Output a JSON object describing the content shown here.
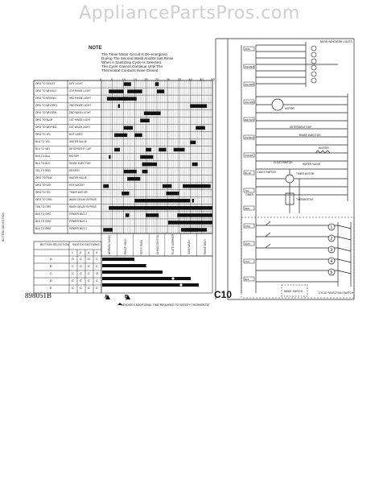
{
  "watermark": "AppliancePartsPros.com",
  "note": {
    "title": "NOTE",
    "lines": [
      "The Timer Motor Circuit Is De-energized",
      "During The Second Wash And/Or last Rinse",
      "When A Sanitizing Cycle Is Selected.",
      "The Cycle Cannot Continue Until The",
      "Thermostat Contacts Have Closed"
    ]
  },
  "timer_ticks": [
    "0",
    "5",
    "10",
    "15",
    "20",
    "25",
    "30",
    "35",
    "40",
    "45",
    "50"
  ],
  "chart_rows": [
    {
      "contacts": "ORG TO VIOLET",
      "function": "DRY LIGHT"
    },
    {
      "contacts": "ORG TO WH BLU",
      "function": "4TH RINSE LIGHT"
    },
    {
      "contacts": "ORG TO BROWN",
      "function": "3RD RINSE LIGHT"
    },
    {
      "contacts": "ORG TO WH ORG",
      "function": "2ND RINSE LIGHT"
    },
    {
      "contacts": "ORG TO WH BRN",
      "function": "2ND WASH LIGHT"
    },
    {
      "contacts": "ORG TO BLUE",
      "function": "1ST RINSE LIGHT"
    },
    {
      "contacts": "ORG TO WH RED",
      "function": "1ST WASH LIGHT"
    },
    {
      "contacts": "ORG TO YEL",
      "function": "NOT USED"
    },
    {
      "contacts": "BLU TO YEL",
      "function": "WATER VALVE"
    },
    {
      "contacts": "BLU TO WH",
      "function": "DETERGENT CUP"
    },
    {
      "contacts": "BLK TO BLU",
      "function": "MOTOR"
    },
    {
      "contacts": "BLU TO BLK",
      "function": "RINSE INJECTOR"
    },
    {
      "contacts": "YEL TO RED",
      "function": "HEATER"
    },
    {
      "contacts": "ORG TO PINK",
      "function": "WATER VALVE"
    },
    {
      "contacts": "ORG TO VIO",
      "function": "HOT WATER"
    },
    {
      "contacts": "ORG TO TEL",
      "function": "TIMER MOTOR"
    },
    {
      "contacts": "ORG TO GRN",
      "function": "WASH DELAY BYPASS"
    },
    {
      "contacts": "TAN TO ORG",
      "function": "WASH DELAY BYPASS"
    },
    {
      "contacts": "BLK TO ORG",
      "function": "POWER BUS 2"
    },
    {
      "contacts": "BLK TO ORG",
      "function": "POWER BUS 1"
    },
    {
      "contacts": "BLK TO ORG",
      "function": "POWER BUS 1"
    }
  ],
  "cycle_labels": [
    "NORMAL WASH",
    "RINSE HOLD",
    "POTS PANS",
    "CHINA CRYSTAL",
    "PLATE WARMER",
    "SANI WASH",
    "RINSE ONLY"
  ],
  "button_table": {
    "header": "BUTTON SELECTION",
    "switch_header": "SWITCH SECTIONS",
    "columns": [
      "1",
      "2",
      "3",
      "4"
    ],
    "rows": [
      {
        "button": "A",
        "cells": [
          "O",
          "C",
          "O",
          "C"
        ]
      },
      {
        "button": "B",
        "cells": [
          "C",
          "C",
          "C",
          "C"
        ]
      },
      {
        "button": "C",
        "cells": [
          "C",
          "C",
          "C",
          "O"
        ]
      },
      {
        "button": "D",
        "cells": [
          "C",
          "C",
          "C",
          "C"
        ]
      },
      {
        "button": "E",
        "cells": [
          "C",
          "C",
          "C",
          "C"
        ]
      }
    ]
  },
  "part_number": "898051B",
  "diagram_code": "C10",
  "footnote": "INDICATES ADDITIONAL TIME REQUIRED TO SATISFY THERMOSTAT",
  "schematic": {
    "labels": {
      "motor": "MOTOR",
      "detergent_cup": "DETERGENT CUP",
      "rinse_injector": "RINSE INJECTOR",
      "heater": "HEATER",
      "water_valve": "WATER VALVE",
      "timer_motor": "TIMER MOTOR",
      "timer": "TIMER",
      "mode_switch": "MODE SWITCH",
      "cycle_selection_switch": "CYCLE SELECTION SWITCH",
      "float_switch": "FLOAT SWITCH",
      "light_switch": "LIGHT SWITCH",
      "thermostat": "THERMOSTAT",
      "indicator_lights": "NEON INDICATOR LIGHTS"
    },
    "wire_colors": [
      "ORG",
      "WH RED",
      "WH BRN",
      "WH ORG",
      "BROWN",
      "WH BLU",
      "VIOLET",
      "BLUE",
      "YEL",
      "RED",
      "PINK",
      "GRN",
      "TAN",
      "BLK"
    ],
    "terminals": [
      "1",
      "2",
      "3",
      "4",
      "5"
    ]
  }
}
